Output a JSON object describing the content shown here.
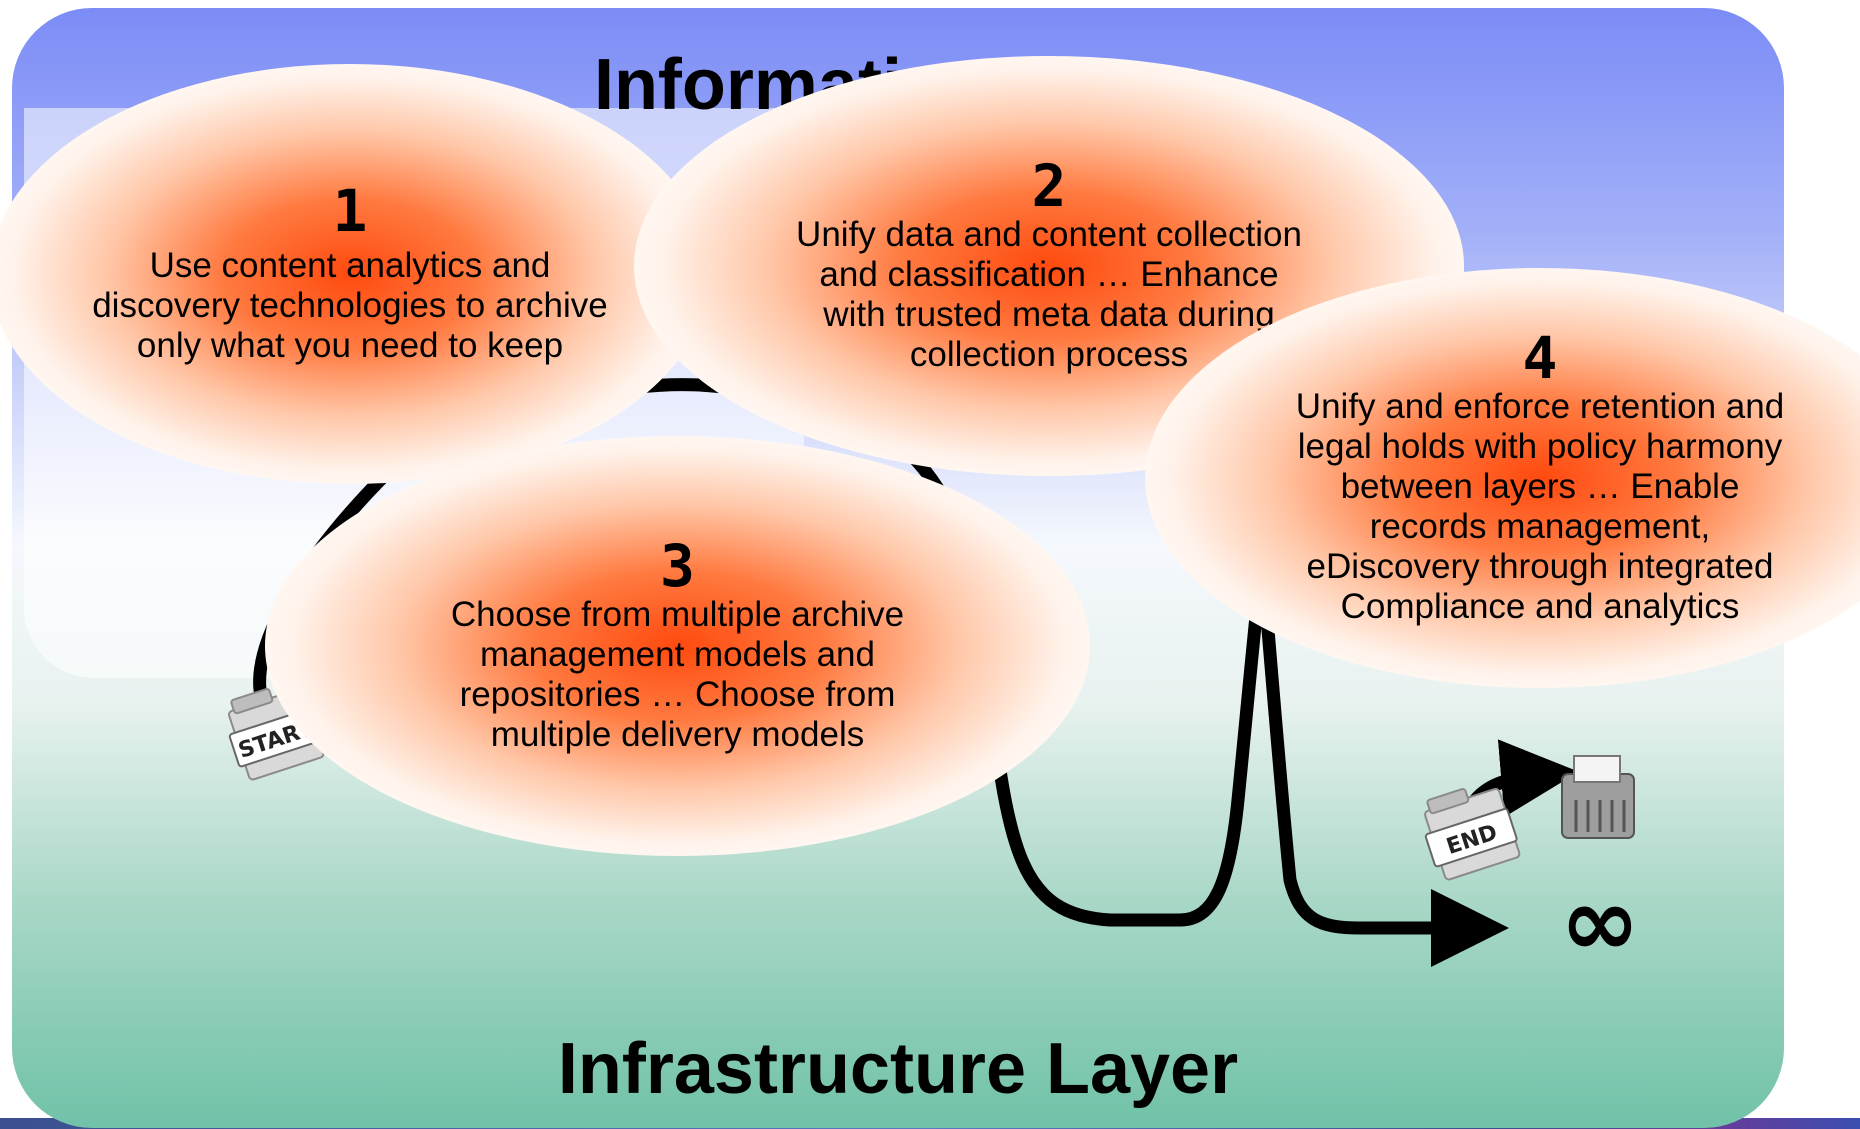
{
  "titles": {
    "information_layer": "Information Layer",
    "infrastructure_layer": "Infrastructure Layer"
  },
  "steps": [
    {
      "number": "1",
      "text": "Use content analytics and\ndiscovery technologies to archive\nonly what you need to keep"
    },
    {
      "number": "2",
      "text": "Unify data and content collection\nand classification … Enhance\nwith trusted meta data during\ncollection process"
    },
    {
      "number": "3",
      "text": "Choose from multiple archive\nmanagement models and\nrepositories … Choose from\nmultiple delivery models"
    },
    {
      "number": "4",
      "text": "Unify and enforce retention and\nlegal holds with policy harmony\nbetween layers … Enable\nrecords management,\neDiscovery through integrated\nCompliance and analytics"
    }
  ],
  "icons": {
    "start_label": "START",
    "end_label": "END",
    "shredder": "shredder-icon",
    "infinity": "∞"
  }
}
